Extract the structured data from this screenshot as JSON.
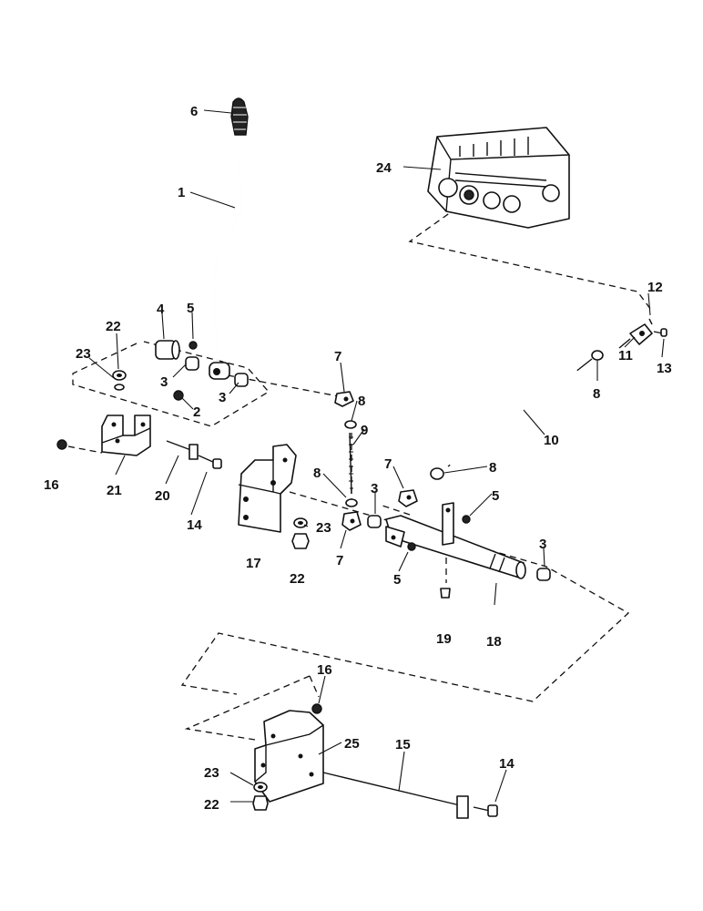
{
  "diagram": {
    "callouts": {
      "c1": "1",
      "c2": "2",
      "c3a": "3",
      "c3b": "3",
      "c3c": "3",
      "c3d": "3",
      "c4": "4",
      "c5a": "5",
      "c5b": "5",
      "c5c": "5",
      "c6": "6",
      "c7a": "7",
      "c7b": "7",
      "c7c": "7",
      "c8a": "8",
      "c8b": "8",
      "c8c": "8",
      "c8d": "8",
      "c9": "9",
      "c10": "10",
      "c11": "11",
      "c12": "12",
      "c13": "13",
      "c14a": "14",
      "c14b": "14",
      "c15": "15",
      "c16a": "16",
      "c16b": "16",
      "c17": "17",
      "c18": "18",
      "c19": "19",
      "c20": "20",
      "c21": "21",
      "c22a": "22",
      "c22b": "22",
      "c22c": "22",
      "c23a": "23",
      "c23b": "23",
      "c23c": "23",
      "c24": "24",
      "c25": "25"
    }
  }
}
